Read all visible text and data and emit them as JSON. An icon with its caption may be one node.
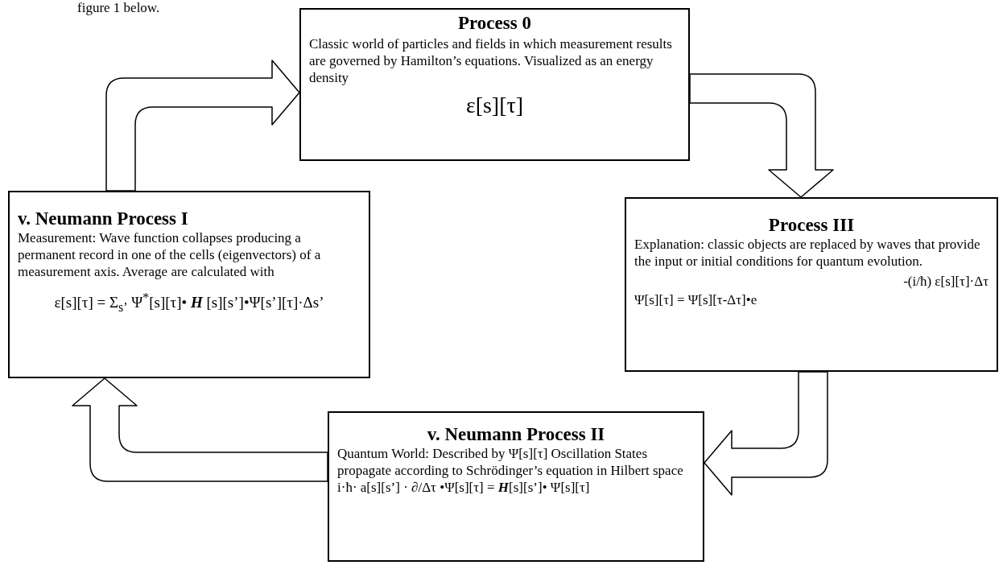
{
  "diagram": {
    "nodes": [
      {
        "text": [
          "Process 0",
          "Classic world of particles and fields in which measurement results are governed by Hamilton’s equations.  Visualized as an energy density",
          "ε[s][τ]"
        ]
      },
      {
        "text": [
          "v. Neumann Process I",
          "Measurement: Wave function collapses producing a permanent record in one of the cells (eigenvectors) of a measurement axis. Average are calculated with",
          "ε[s][τ] = Σ$_{s’}$ Ψ$^{*}$[s][τ]• **H** [s][s’]•Ψ[s’][τ]·Δs’"
        ]
      },
      {
        "text": [
          "Process III",
          "Explanation: classic objects are replaced by waves that provide the input or initial conditions for quantum evolution.",
          "-(i/ħ) ε[s][τ]·Δτ",
          "Ψ[s][τ] = Ψ[s][τ-Δτ]•e"
        ]
      },
      {
        "text": [
          "v. Neumann Process II",
          "Quantum World: Described by Ψ[s][τ]   Oscillation States propagate according to Schrödinger’s equation in Hilbert space",
          "i·ħ· a[s][s’] · ∂/Δτ •Ψ[s][τ]  = **H**[s][s’]• Ψ[s][τ]"
        ]
      }
    ],
    "edges": [
      {
        "from": 1,
        "to": 0,
        "arrow": "to"
      },
      {
        "from": 0,
        "to": 2,
        "arrow": "to"
      },
      {
        "from": 2,
        "to": 3,
        "arrow": "to"
      },
      {
        "from": 3,
        "to": 1,
        "arrow": "to"
      }
    ],
    "labels": [
      "figure 1 below."
    ]
  }
}
